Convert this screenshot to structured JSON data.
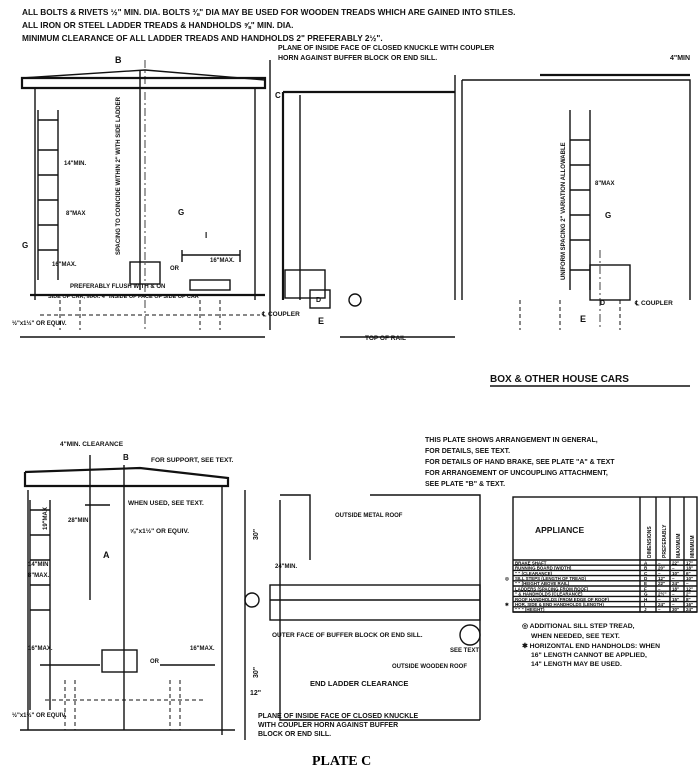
{
  "notes_top": [
    "ALL BOLTS & RIVETS ½\" MIN. DIA.   BOLTS ⅜\" DIA MAY BE USED FOR WOODEN TREADS WHICH ARE GAINED INTO STILES.",
    "ALL IRON OR STEEL LADDER TREADS & HANDHOLDS ⅝\" MIN. DIA.",
    "MINIMUM CLEARANCE OF ALL LADDER TREADS AND HANDHOLDS 2\" PREFERABLY 2½\"."
  ],
  "top_drawing": {
    "plane_note": [
      "PLANE OF INSIDE FACE OF CLOSED KNUCKLE WITH COUPLER",
      "HORN AGAINST BUFFER BLOCK OR END SILL."
    ],
    "min_4": "4\"MIN",
    "b": "B",
    "c": "C",
    "g": "G",
    "i": "I",
    "e": "E",
    "d": "D",
    "or": "OR",
    "spacing": "SPACING TO COINCIDE WITHIN 2\" WITH SIDE LADDER",
    "uniform": "UNIFORM SPACING 2\" VARIATION ALLOWABLE",
    "max16": "16\"MAX.",
    "max8": "8\"MAX",
    "min14": "14\"MIN.",
    "flush": [
      "PREFERABLY FLUSH WITH & ON",
      "SIDE OF CAR, MAX. 4\" INSIDE OF FACE OF SIDE OF CAR"
    ],
    "bolt": "½\"x1½\" OR EQUIV.",
    "coupler_left": "℄ COUPLER",
    "coupler_right": "℄ COUPLER",
    "top_of_rail": "TOP OF RAIL"
  },
  "section_title": "BOX & OTHER HOUSE CARS",
  "plate_notes": [
    "THIS PLATE SHOWS ARRANGEMENT IN GENERAL,",
    "FOR DETAILS, SEE TEXT.",
    "FOR DETAILS OF HAND BRAKE, SEE PLATE \"A\" & TEXT",
    "FOR ARRANGEMENT OF UNCOUPLING ATTACHMENT,",
    "SEE PLATE \"B\" & TEXT."
  ],
  "bottom_drawing": {
    "min_clearance": "4\"MIN. CLEARANCE",
    "support": "FOR SUPPORT, SEE TEXT.",
    "when_used": "WHEN USED, SEE TEXT.",
    "bolt_58": "⅝\"x1½\" OR EQUIV.",
    "min28": "28\"MIN",
    "max19": "19\"MAX",
    "a": "A",
    "b": "B",
    "min14": "14\"MIN",
    "max8": "8\"MAX.",
    "max16": "16\"MAX.",
    "bolt_12": "½\"x1½\" OR EQUIV.",
    "outside_metal": "OUTSIDE METAL ROOF",
    "outside_wooden": "OUTSIDE WOODEN ROOF",
    "min24": "24\"MIN.",
    "dim30": "30\"",
    "dim12": "12\"",
    "outer_face": "OUTER FACE OF BUFFER BLOCK OR END SILL.",
    "see_text": "SEE TEXT",
    "end_ladder": "END LADDER CLEARANCE",
    "plane_note": [
      "PLANE OF INSIDE FACE OF CLOSED KNUCKLE",
      "WITH COUPLER HORN AGAINST BUFFER",
      "BLOCK OR END SILL."
    ],
    "or": "OR"
  },
  "table": {
    "title": "APPLIANCE",
    "headers": [
      "DIMENSIONS",
      "PREFERABLY",
      "MAXIMUM",
      "MINIMUM"
    ],
    "rows": [
      {
        "mark": "",
        "label": "BRAKE SHAFT",
        "dim": "A",
        "pref": "–",
        "max": "22\"",
        "min": "17\""
      },
      {
        "mark": "",
        "label": "RUNNING BOARD (WIDTH)",
        "dim": "B",
        "pref": "20\"",
        "max": "–",
        "min": "18\""
      },
      {
        "mark": "",
        "label": "\"  \" (CLEARANCE)",
        "dim": "C",
        "pref": "–",
        "max": "10\"",
        "min": "6\""
      },
      {
        "mark": "◎",
        "label": "SILL STEPS (LENGTH OF TREAD)",
        "dim": "D",
        "pref": "12\"",
        "max": "–",
        "min": "10\""
      },
      {
        "mark": "",
        "label": "\"  \" (HEIGHT ABOVE RAIL)",
        "dim": "E",
        "pref": "22\"",
        "max": "24\"",
        "min": "–"
      },
      {
        "mark": "",
        "label": "LADDERS (SPACING FROM ROOF)",
        "dim": "F",
        "pref": "–",
        "max": "18\"",
        "min": "12\""
      },
      {
        "mark": "",
        "label": "\" & HANDHOLDS (CLEARANCE)",
        "dim": "G",
        "pref": "2½\"",
        "max": "–",
        "min": "2\""
      },
      {
        "mark": "",
        "label": "ROOF HANDHOLDS (FROM EDGE OF ROOF)",
        "dim": "H",
        "pref": "–",
        "max": "15\"",
        "min": "8\""
      },
      {
        "mark": "✱",
        "label": "HOR. SIDE & END HANDHOLDS (LENGTH)",
        "dim": "I",
        "pref": "24\"",
        "max": "–",
        "min": "16\""
      },
      {
        "mark": "",
        "label": "\"  \"  \" (HEIGHT)",
        "dim": "J",
        "pref": "–",
        "max": "30\"",
        "min": "24\""
      }
    ]
  },
  "footnotes": [
    "◎ ADDITIONAL SILL STEP TREAD,",
    "WHEN NEEDED, SEE TEXT.",
    "✱ HORIZONTAL END HANDHOLDS: WHEN",
    "16\" LENGTH CANNOT BE APPLIED,",
    "14\" LENGTH MAY BE USED."
  ],
  "caption": "PLATE C"
}
